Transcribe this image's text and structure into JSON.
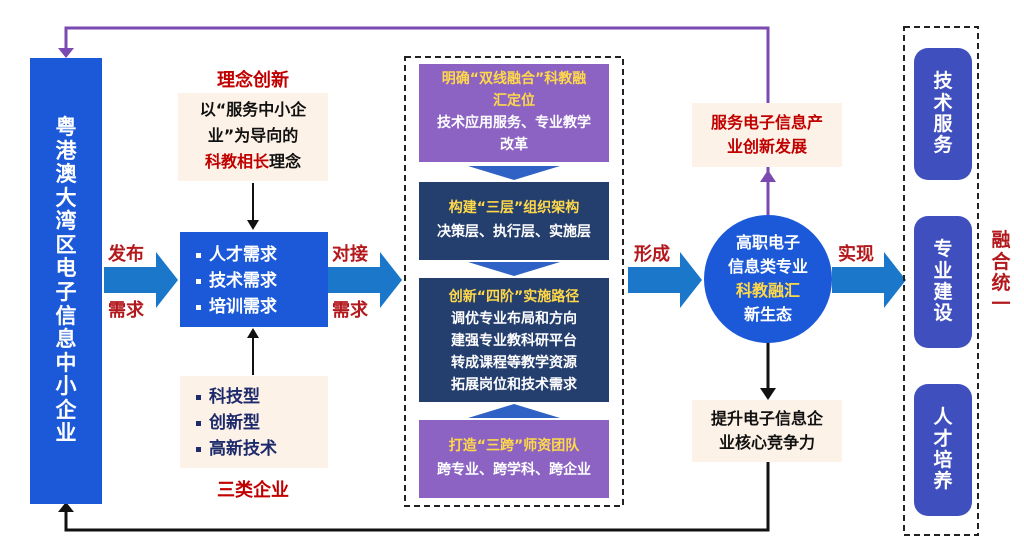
{
  "colors": {
    "blue": "#1b59d9",
    "purple": "#8c63c2",
    "navy": "#243e6e",
    "cream": "#fdf2e7",
    "red": "#c00000",
    "arrow": "#1a77c9",
    "side": "#3f4fbd"
  },
  "left_panel": {
    "chars": [
      "粤",
      "港",
      "澳",
      "大",
      "湾",
      "区",
      "电",
      "子",
      "信",
      "息",
      "中",
      "小",
      "企",
      "业"
    ]
  },
  "arrow_labels": {
    "publish_top": "发布",
    "publish_bottom": "需求",
    "connect_top": "对接",
    "connect_bottom": "需求",
    "form": "形成",
    "realize": "实现"
  },
  "concept": {
    "title": "理念创新",
    "line1": "以“服务中小企",
    "line2": "业”为导向的",
    "line3_red": "科教相长",
    "line3_tail": "理念"
  },
  "needs": [
    "人才需求",
    "技术需求",
    "培训需求"
  ],
  "enterprise_types": {
    "items": [
      "科技型",
      "创新型",
      "高新技术"
    ],
    "label": "三类企业"
  },
  "center": {
    "positioning": {
      "line1": "明确“双线融合”科教融",
      "line2": "汇定位",
      "line3": "技术应用服务、专业教学",
      "line4": "改革"
    },
    "structure": {
      "title": "构建“三层”组织架构",
      "body": "决策层、执行层、实施层"
    },
    "paths": {
      "title": "创新“四阶”实施路径",
      "items": [
        "调优专业布局和方向",
        "建强专业教科研平台",
        "转成课程等教学资源",
        "拓展岗位和技术需求"
      ]
    },
    "team": {
      "title": "打造“三跨”师资团队",
      "body": "跨专业、跨学科、跨企业"
    }
  },
  "circle": {
    "line1": "高职电子",
    "line2": "信息类专业",
    "line3": "科教融汇",
    "line4": "新生态"
  },
  "upper_result": {
    "line1": "服务电子信息产",
    "line2": "业创新发展"
  },
  "lower_result": {
    "line1": "提升电子信息企",
    "line2": "业核心竞争力"
  },
  "right_items": [
    {
      "chars": [
        "技",
        "术",
        "服",
        "务"
      ]
    },
    {
      "chars": [
        "专",
        "业",
        "建",
        "设"
      ]
    },
    {
      "chars": [
        "人",
        "才",
        "培",
        "养"
      ]
    }
  ],
  "unity": {
    "chars": [
      "融",
      "合",
      "统",
      "一"
    ]
  }
}
